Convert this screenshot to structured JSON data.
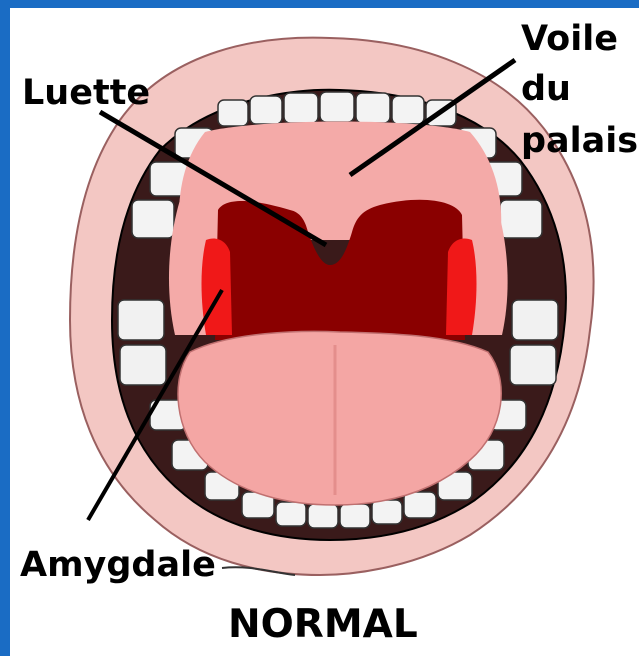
{
  "labels": {
    "uvula": "Luette",
    "soft_palate_line1": "Voile",
    "soft_palate_line2": "du",
    "soft_palate_line3": "palais",
    "tonsil": "Amygdale"
  },
  "caption": "NORMAL",
  "colors": {
    "frame": "#1a6cc4",
    "lips": "#f3c7c3",
    "palate": "#f4aaa8",
    "throat": "#8a0000",
    "tonsil": "#f01818",
    "tongue": "#f4a6a4",
    "teeth": "#f3f3f3",
    "leader_lines": "#000000"
  }
}
